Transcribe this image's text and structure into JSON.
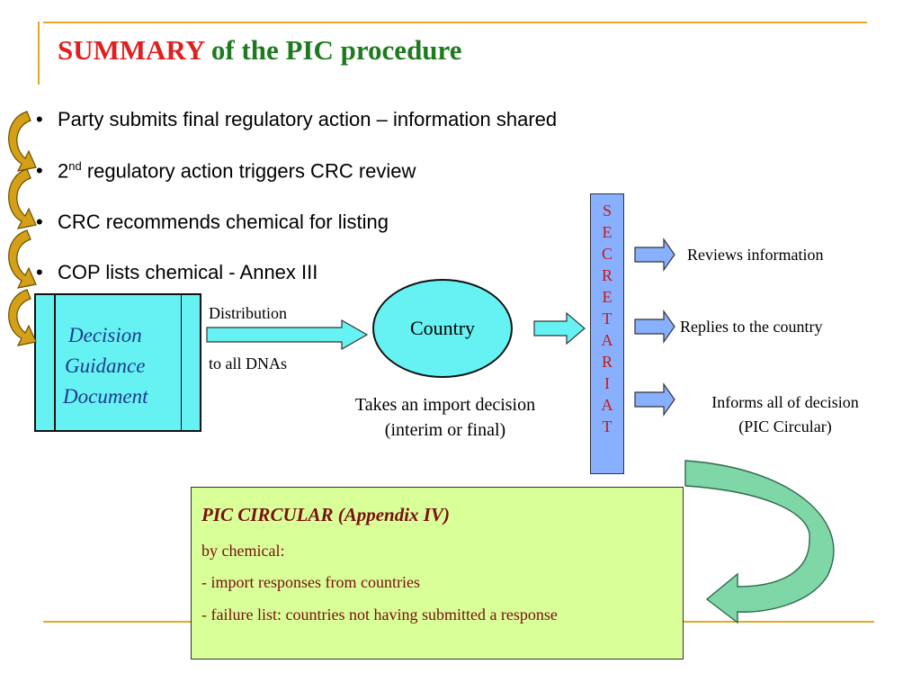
{
  "title": {
    "accent": "SUMMARY",
    "rest": " of  the PIC procedure"
  },
  "bullets": [
    {
      "text": "Party submits final regulatory action – information shared"
    },
    {
      "prefix": "2",
      "sup": "nd",
      "text": " regulatory action triggers CRC review"
    },
    {
      "text": "CRC recommends chemical for listing"
    },
    {
      "text": "COP lists chemical - Annex III"
    }
  ],
  "decision_guidance_doc": {
    "line1": "Decision",
    "line2": "Guidance",
    "line3": "Document"
  },
  "distribution": {
    "line1": "Distribution",
    "line2": "to all DNAs"
  },
  "country": {
    "label": "Country"
  },
  "import_decision": {
    "line1": "Takes an import decision",
    "line2": "(interim or final)"
  },
  "secretariat_letters": [
    "S",
    "E",
    "C",
    "R",
    "E",
    "T",
    "A",
    "R",
    "I",
    "A",
    "T"
  ],
  "secretariat_actions": {
    "reviews": "Reviews information",
    "replies": "Replies to the country",
    "informs_line1": "Informs all of decision",
    "informs_line2": "(PIC Circular)"
  },
  "pic_circular": {
    "heading": "PIC CIRCULAR (Appendix IV)",
    "line1": " by chemical:",
    "line2": "- import responses from countries",
    "line3": "- failure list: countries not having submitted a response"
  },
  "colors": {
    "title_accent": "#e02020",
    "title_rest": "#1f7a1f",
    "cyan_fill": "#66f2f2",
    "secretariat_fill": "#88b0ff",
    "secretariat_text": "#c81818",
    "circular_fill": "#d9ff99",
    "rule": "#e0a92a",
    "curved_arrow_left": "#d4a017",
    "curved_arrow_right": "#7fd6a6"
  }
}
